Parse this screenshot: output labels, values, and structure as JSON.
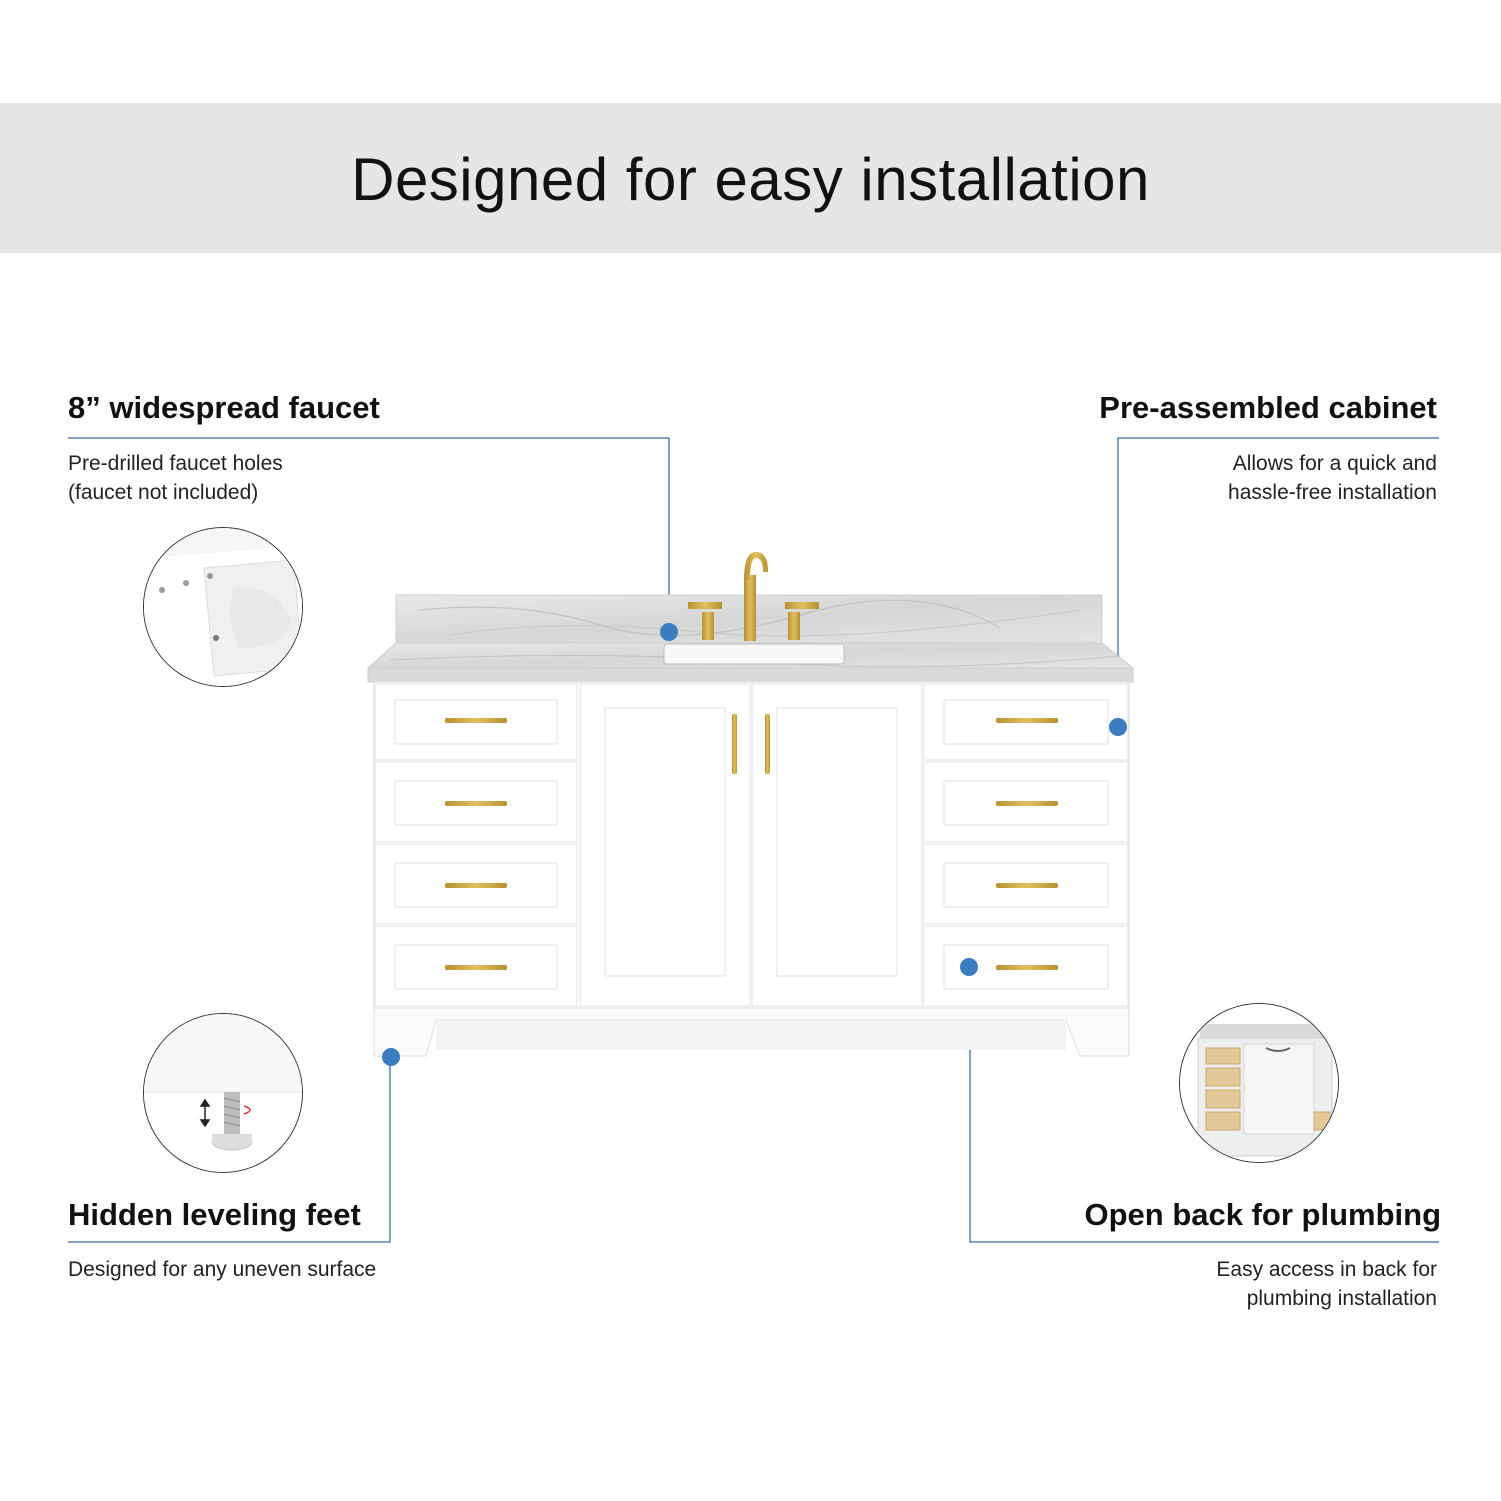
{
  "header": {
    "title": "Designed for easy installation"
  },
  "features": [
    {
      "title": "8” widespread faucet",
      "desc": [
        "Pre-drilled faucet holes",
        "(faucet not included)"
      ]
    },
    {
      "title": "Pre-assembled cabinet",
      "desc": [
        "Allows for  a quick and",
        "hassle-free installation"
      ]
    },
    {
      "title": "Hidden leveling feet",
      "desc": [
        "Designed for any uneven surface"
      ]
    },
    {
      "title": "Open back for plumbing",
      "desc": [
        "Easy access in back for",
        "plumbing installation"
      ]
    }
  ],
  "colors": {
    "banner": "#e6e6e6",
    "callout_line": "#3a6f9e",
    "callout_dot": "#3b7dc0",
    "hardware": "#c9a243",
    "cabinet": "#ffffff"
  }
}
